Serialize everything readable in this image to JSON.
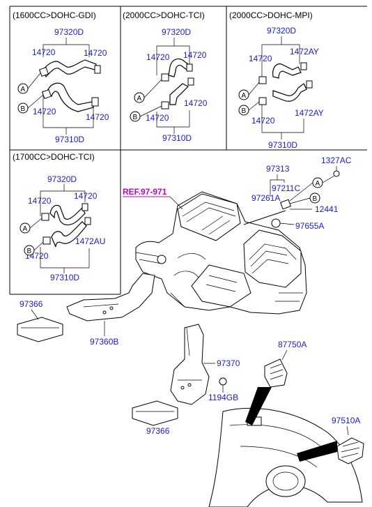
{
  "groups": {
    "g1600": {
      "header": "(1600CC>DOHC-GDI)",
      "top_hose": "97320D",
      "clamp_tl": "14720",
      "clamp_tr": "14720",
      "clamp_bl": "14720",
      "clamp_br": "14720",
      "bottom_hose": "97310D"
    },
    "g2000t": {
      "header": "(2000CC>DOHC-TCI)",
      "top_hose": "97320D",
      "clamp_tl": "14720",
      "clamp_tr": "14720",
      "clamp_bl": "14720",
      "clamp_br": "14720",
      "bottom_hose": "97310D"
    },
    "g2000m": {
      "header": "(2000CC>DOHC-MPI)",
      "top_hose": "97320D",
      "clamp_tl": "14720",
      "clamp_tr": "1472AY",
      "clamp_bl": "14720",
      "clamp_br": "1472AY",
      "bottom_hose": "97310D"
    },
    "g1700": {
      "header": "(1700CC>DOHC-TCI)",
      "top_hose": "97320D",
      "clamp_tl": "14720",
      "clamp_tr": "14720",
      "clamp_bl": "14720",
      "clamp_br": "1472AU",
      "bottom_hose": "97310D"
    }
  },
  "circle_labels": {
    "a": "A",
    "b": "B"
  },
  "main": {
    "ref": "REF.97-971",
    "p97313": "97313",
    "p1327AC": "1327AC",
    "p97211C": "97211C",
    "p97261A": "97261A",
    "p12441": "12441",
    "p97655A": "97655A",
    "p97366_top": "97366",
    "p97360B": "97360B",
    "p97370": "97370",
    "p1194GB": "1194GB",
    "p97366_bot": "97366",
    "p87750A": "87750A",
    "p97510A": "97510A"
  },
  "colors": {
    "part_number": "#1a1ad6",
    "reference": "#c000c0",
    "line": "#000000"
  }
}
